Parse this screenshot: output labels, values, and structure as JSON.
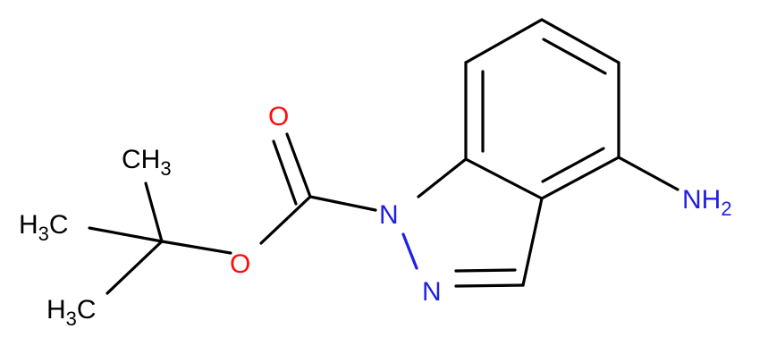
{
  "colors": {
    "carbon_bond": "#000000",
    "nitrogen": "#1f1fe5",
    "oxygen": "#ff0d0d",
    "background": "#ffffff"
  },
  "atoms": {
    "o_carbonyl": "O",
    "o_ester": "O",
    "n1": "N",
    "n2": "N",
    "amine": {
      "main": "NH",
      "sub": "2"
    },
    "methyl_top": {
      "main": "CH",
      "sub": "3"
    },
    "methyl_left": {
      "main": "H",
      "sub": "3",
      "tail": "C"
    },
    "methyl_bottom": {
      "main": "H",
      "sub": "3",
      "tail": "C"
    }
  }
}
